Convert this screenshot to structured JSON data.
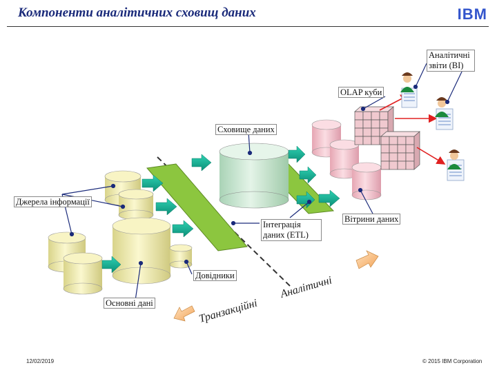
{
  "header": {
    "title": "Компоненти аналітичних сховищ даних",
    "logo": "IBM"
  },
  "labels": {
    "bi_reports": "Аналітичні звіти (BI)",
    "olap_cubes": "OLAP куби",
    "warehouse": "Сховище даних",
    "sources": "Джерела інформації",
    "etl": "Інтеграція даних (ETL)",
    "marts": "Вітрини даних",
    "reference": "Довідники",
    "master": "Основні дані"
  },
  "flow": {
    "analytical": "Аналітичні",
    "transactional": "Транзакційні"
  },
  "footer": {
    "date": "12/02/2019",
    "copyright": "© 2015 IBM Corporation"
  },
  "colors": {
    "source_db": "#f2eeb0",
    "warehouse_db": "#cfe9d6",
    "mart_db": "#f4c6cf",
    "etl_band": "#8cc63f",
    "arrow": "#19b59a",
    "red_link": "#e02020"
  }
}
